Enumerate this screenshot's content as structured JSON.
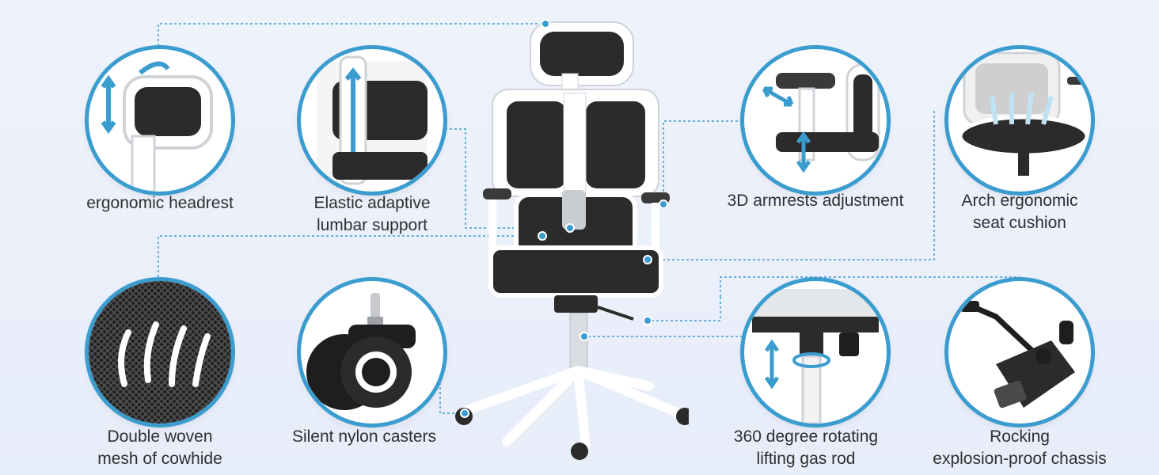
{
  "features": [
    {
      "id": "headrest",
      "lines": [
        "ergonomic headrest"
      ],
      "icon": "headrest-icon"
    },
    {
      "id": "lumbar",
      "lines": [
        "Elastic adaptive",
        "lumbar support"
      ],
      "icon": "lumbar-support-icon"
    },
    {
      "id": "armrests",
      "lines": [
        "3D armrests adjustment"
      ],
      "icon": "armrest-icon"
    },
    {
      "id": "seat",
      "lines": [
        "Arch ergonomic",
        "seat cushion"
      ],
      "icon": "seat-cushion-icon"
    },
    {
      "id": "mesh",
      "lines": [
        "Double woven",
        "mesh of cowhide"
      ],
      "icon": "mesh-icon"
    },
    {
      "id": "casters",
      "lines": [
        "Silent nylon casters"
      ],
      "icon": "caster-icon"
    },
    {
      "id": "gasrod",
      "lines": [
        "360 degree rotating",
        "lifting gas rod"
      ],
      "icon": "gas-rod-icon"
    },
    {
      "id": "chassis",
      "lines": [
        "Rocking",
        "explosion-proof chassis"
      ],
      "icon": "chassis-icon"
    }
  ],
  "colors": {
    "accent": "#3b9ccf",
    "chair_frame": "#ffffff",
    "mesh": "#2b2b2b"
  }
}
